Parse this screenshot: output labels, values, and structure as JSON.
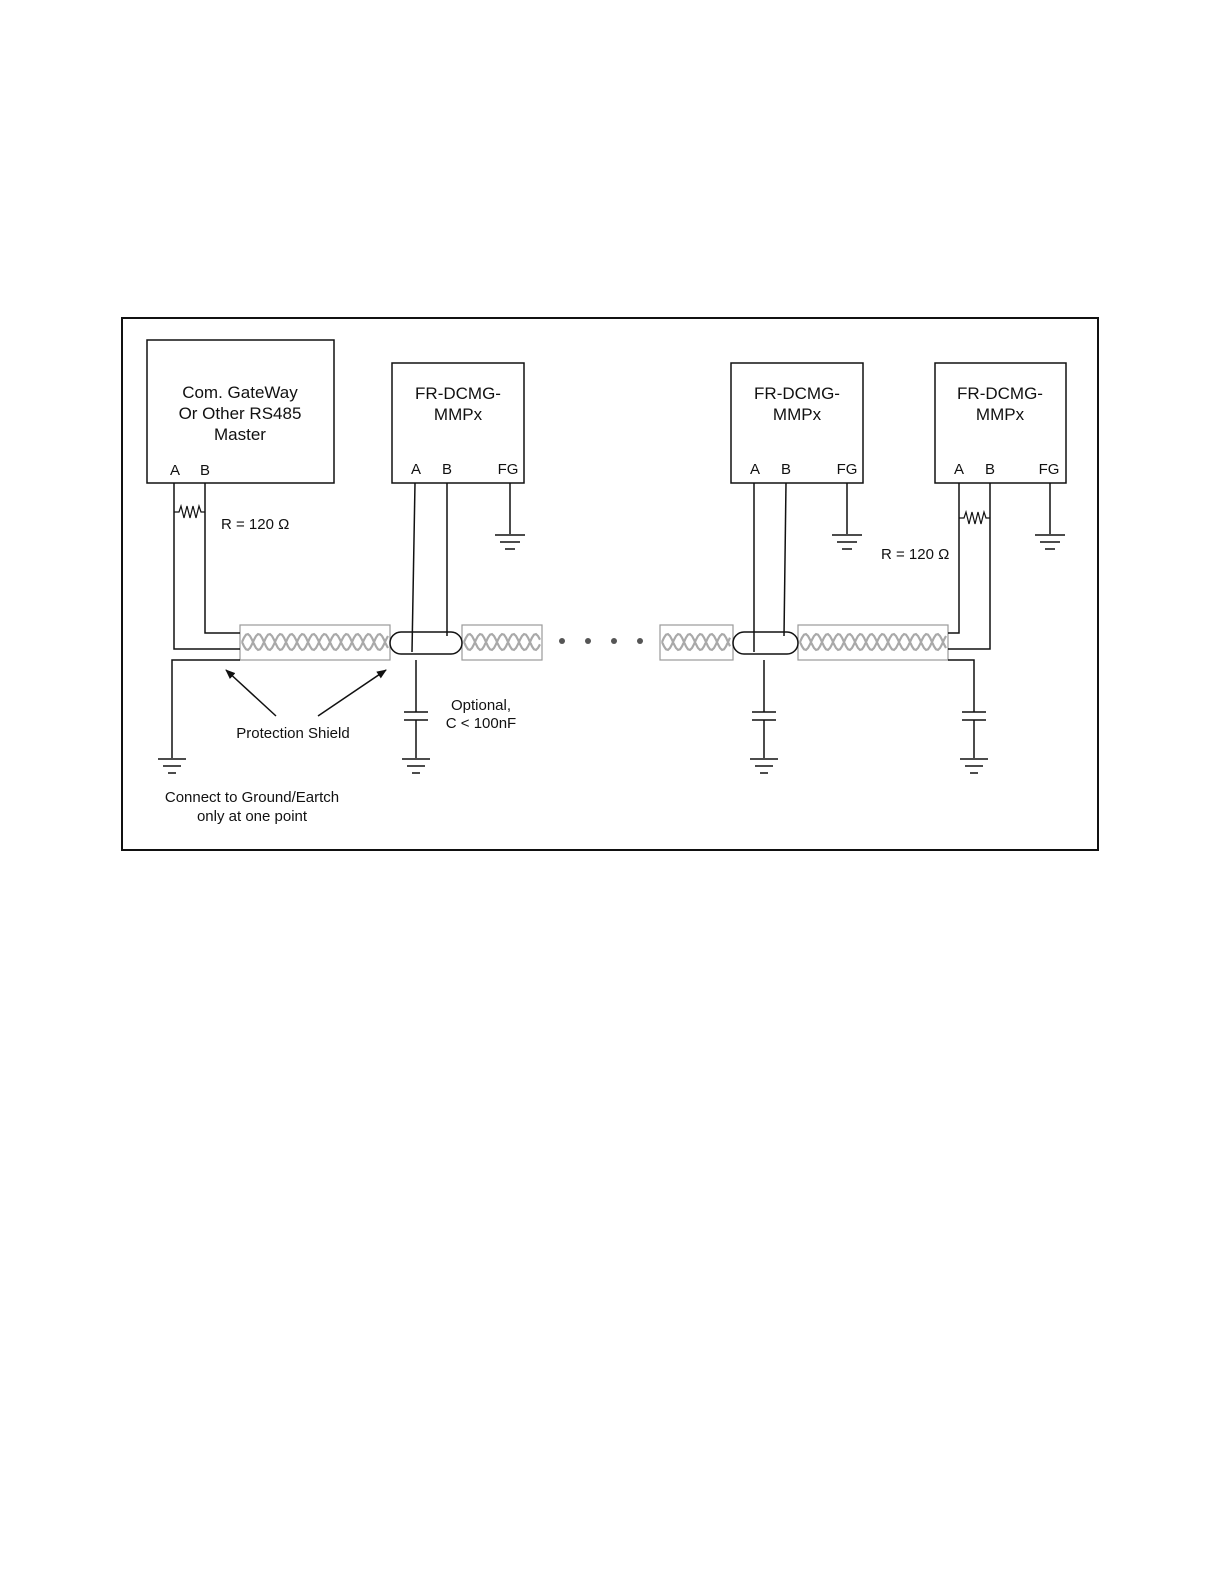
{
  "master": {
    "line1": "Com. GateWay",
    "line2": "Or Other RS485",
    "line3": "Master",
    "pin_a": "A",
    "pin_b": "B"
  },
  "slaves": [
    {
      "line1": "FR-DCMG-",
      "line2": "MMPx",
      "pin_a": "A",
      "pin_b": "B",
      "pin_fg": "FG"
    },
    {
      "line1": "FR-DCMG-",
      "line2": "MMPx",
      "pin_a": "A",
      "pin_b": "B",
      "pin_fg": "FG"
    },
    {
      "line1": "FR-DCMG-",
      "line2": "MMPx",
      "pin_a": "A",
      "pin_b": "B",
      "pin_fg": "FG"
    }
  ],
  "labels": {
    "resistor_left": "R = 120 Ω",
    "resistor_right": "R = 120 Ω",
    "protection_shield": "Protection Shield",
    "optional_line1": "Optional,",
    "optional_line2": "C < 100nF",
    "ground_note_line1": "Connect to Ground/Eartch",
    "ground_note_line2": "only at one point"
  },
  "colors": {
    "line": "#111111",
    "cable_twist": "#a9a9a9",
    "cable_outline": "#9a9a9a"
  }
}
